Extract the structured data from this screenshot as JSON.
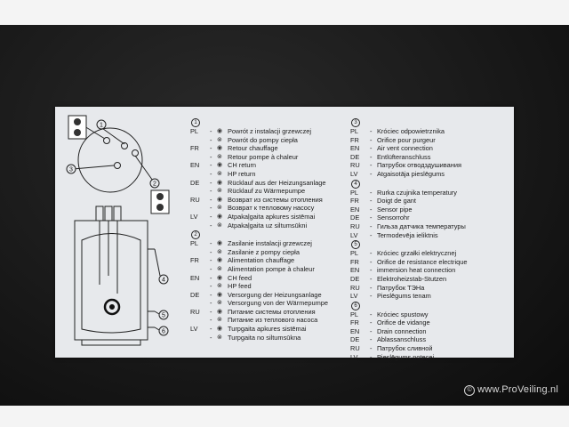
{
  "watermark": "www.ProVeiling.nl",
  "watermark_symbol": "©",
  "diagram_callouts": [
    "1",
    "2",
    "3",
    "4",
    "5",
    "6"
  ],
  "sections_a": [
    {
      "num": "1",
      "rows": [
        {
          "code": "PL",
          "text": "Powrót z instalacji grzewczej"
        },
        {
          "code": "",
          "text": "Powrót do pompy ciepła"
        },
        {
          "code": "FR",
          "text": "Retour chauffage"
        },
        {
          "code": "",
          "text": "Retour pompe à chaleur"
        },
        {
          "code": "EN",
          "text": "CH return"
        },
        {
          "code": "",
          "text": "HP return"
        },
        {
          "code": "DE",
          "text": "Rücklauf aus der Heizungsanlage"
        },
        {
          "code": "",
          "text": "Rücklauf zu Wärmepumpe"
        },
        {
          "code": "RU",
          "text": "Возврат из системы отопления"
        },
        {
          "code": "",
          "text": "Возврат к тепловому насосу"
        },
        {
          "code": "LV",
          "text": "Atpakaļgaita apkures sistēmai"
        },
        {
          "code": "",
          "text": "Atpakaļgaita uz siltumsūkni"
        }
      ]
    },
    {
      "num": "2",
      "rows": [
        {
          "code": "PL",
          "text": "Zasilanie instalacji grzewczej"
        },
        {
          "code": "",
          "text": "Zasilanie z pompy ciepła"
        },
        {
          "code": "FR",
          "text": "Alimentation chauffage"
        },
        {
          "code": "",
          "text": "Alimentation pompe à chaleur"
        },
        {
          "code": "EN",
          "text": "CH feed"
        },
        {
          "code": "",
          "text": "HP feed"
        },
        {
          "code": "DE",
          "text": "Versorgung der Heizungsanlage"
        },
        {
          "code": "",
          "text": "Versorgung von der Wärmepumpe"
        },
        {
          "code": "RU",
          "text": "Питание системы отопления"
        },
        {
          "code": "",
          "text": "Питание из теплового насоса"
        },
        {
          "code": "LV",
          "text": "Turpgaita apkures sistēmai"
        },
        {
          "code": "",
          "text": "Turpgaita no siltumsūkna"
        }
      ]
    }
  ],
  "sections_b": [
    {
      "num": "3",
      "rows": [
        {
          "code": "PL",
          "text": "Króciec odpowietrznika"
        },
        {
          "code": "FR",
          "text": "Orifice pour purgeur"
        },
        {
          "code": "EN",
          "text": "Air vent connection"
        },
        {
          "code": "DE",
          "text": "Entlüfteranschluss"
        },
        {
          "code": "RU",
          "text": "Патрубок отводздушивания"
        },
        {
          "code": "LV",
          "text": "Atgaisotāja pieslēgums"
        }
      ]
    },
    {
      "num": "4",
      "rows": [
        {
          "code": "PL",
          "text": "Rurka czujnika temperatury"
        },
        {
          "code": "FR",
          "text": "Doigt de gant"
        },
        {
          "code": "EN",
          "text": "Sensor pipe"
        },
        {
          "code": "DE",
          "text": "Sensorrohr"
        },
        {
          "code": "RU",
          "text": "Гильза датчика температуры"
        },
        {
          "code": "LV",
          "text": "Termodevēja ieliktnis"
        }
      ]
    },
    {
      "num": "5",
      "rows": [
        {
          "code": "PL",
          "text": "Króciec grzałki elektrycznej"
        },
        {
          "code": "FR",
          "text": "Orifice de resistance electrique"
        },
        {
          "code": "EN",
          "text": "immersion heat connection"
        },
        {
          "code": "DE",
          "text": "Elektroheizstab-Stutzen"
        },
        {
          "code": "RU",
          "text": "Патрубок ТЭНа"
        },
        {
          "code": "LV",
          "text": "Pieslēgums tenam"
        }
      ]
    },
    {
      "num": "6",
      "rows": [
        {
          "code": "PL",
          "text": "Króciec spustowy"
        },
        {
          "code": "FR",
          "text": "Orifice de vidange"
        },
        {
          "code": "EN",
          "text": "Drain connection"
        },
        {
          "code": "DE",
          "text": "Ablassanschluss"
        },
        {
          "code": "RU",
          "text": "Патрубок сливной"
        },
        {
          "code": "LV",
          "text": "Pieslēgums notecei"
        }
      ]
    }
  ]
}
